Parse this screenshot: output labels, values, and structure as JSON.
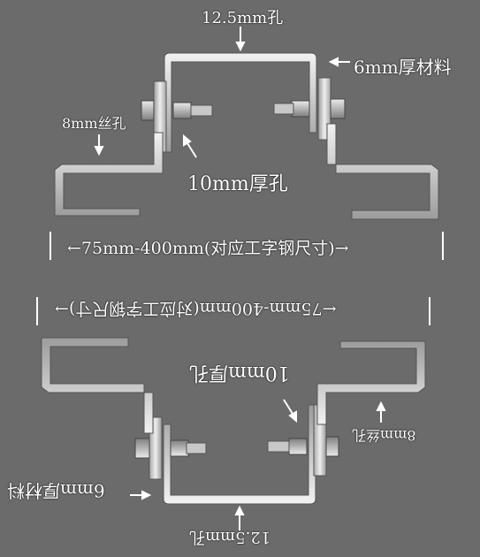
{
  "top_bracket": {
    "hole_12": "12.5mm孔",
    "thickness": "6mm厚材料",
    "thread_hole": "8mm丝孔",
    "thick_hole": "10mm厚孔",
    "dimension": "←75mm-400mm(对应工字钢尺寸)→"
  },
  "bottom_bracket": {
    "hole_12": "12.5mm孔",
    "thickness": "6mm厚材料",
    "thread_hole": "8mm丝孔",
    "thick_hole": "10mm厚孔",
    "dimension": "←75mm-400mm(对应工字钢尺寸)→"
  },
  "colors": {
    "background": "#6b6b6b",
    "steel": "#d9d9d9",
    "label": "#ffffff"
  }
}
